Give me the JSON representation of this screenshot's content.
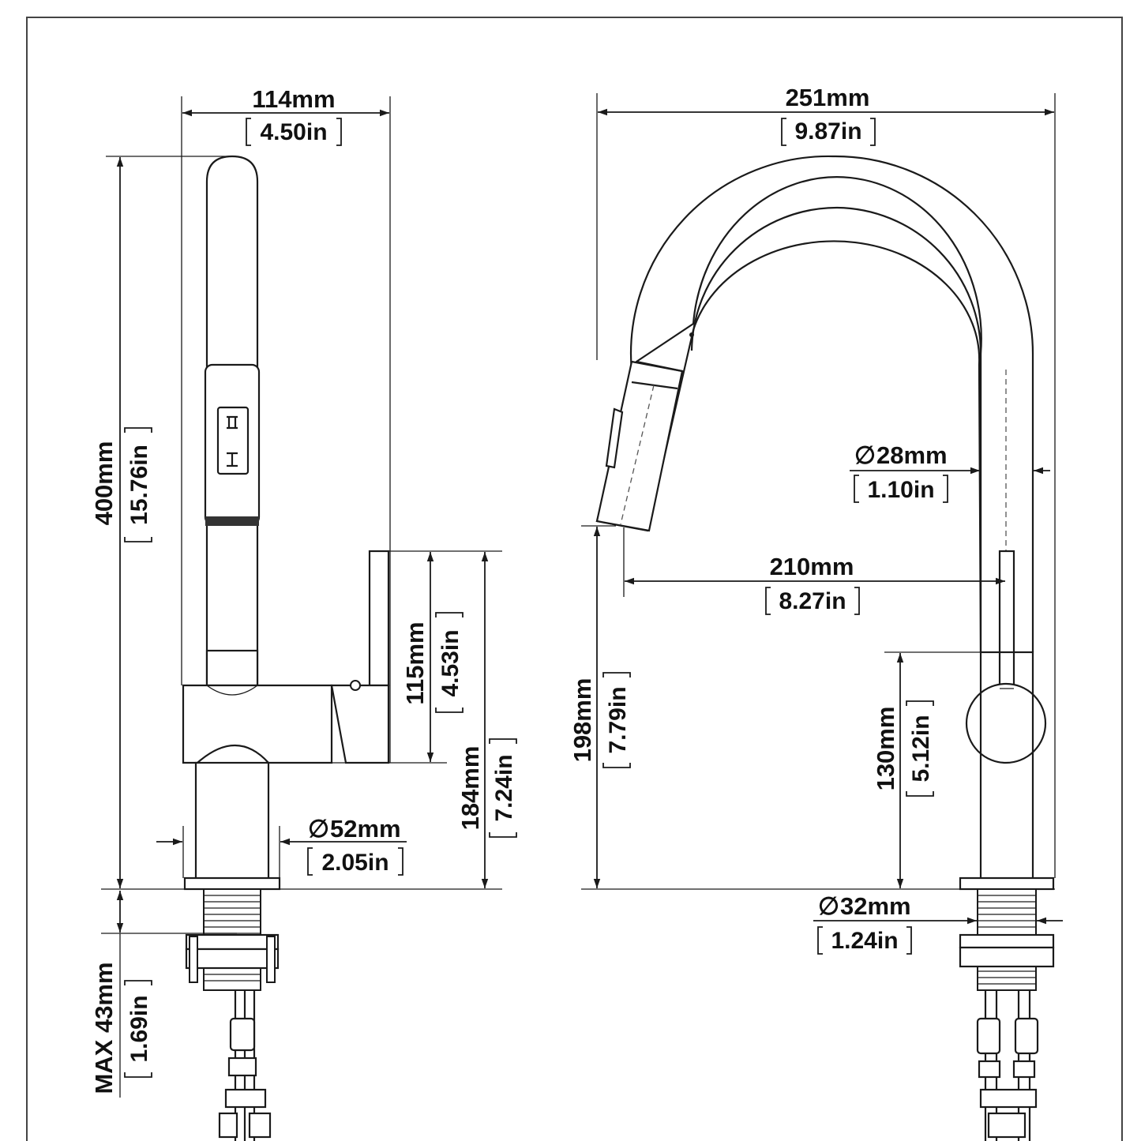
{
  "dimensions": {
    "side_width_mm": "114mm",
    "side_width_in": "4.50in",
    "height_mm": "400mm",
    "height_in": "15.76in",
    "handle_height_mm": "115mm",
    "handle_height_in": "4.53in",
    "body_height_mm": "184mm",
    "body_height_in": "7.24in",
    "base_diameter_mm": "52mm",
    "base_diameter_in": "2.05in",
    "deck_thickness_mm": "MAX 43mm",
    "deck_thickness_in": "1.69in",
    "front_width_mm": "251mm",
    "front_width_in": "9.87in",
    "spout_diameter_mm": "28mm",
    "spout_diameter_in": "1.10in",
    "reach_mm": "210mm",
    "reach_in": "8.27in",
    "spray_clearance_mm": "198mm",
    "spray_clearance_in": "7.79in",
    "lever_height_mm": "130mm",
    "lever_height_in": "5.12in",
    "shank_diameter_mm": "32mm",
    "shank_diameter_in": "1.24in"
  },
  "symbols": {
    "diameter": "∅"
  },
  "colors": {
    "line": "#1a1a1a",
    "background": "#ffffff"
  }
}
